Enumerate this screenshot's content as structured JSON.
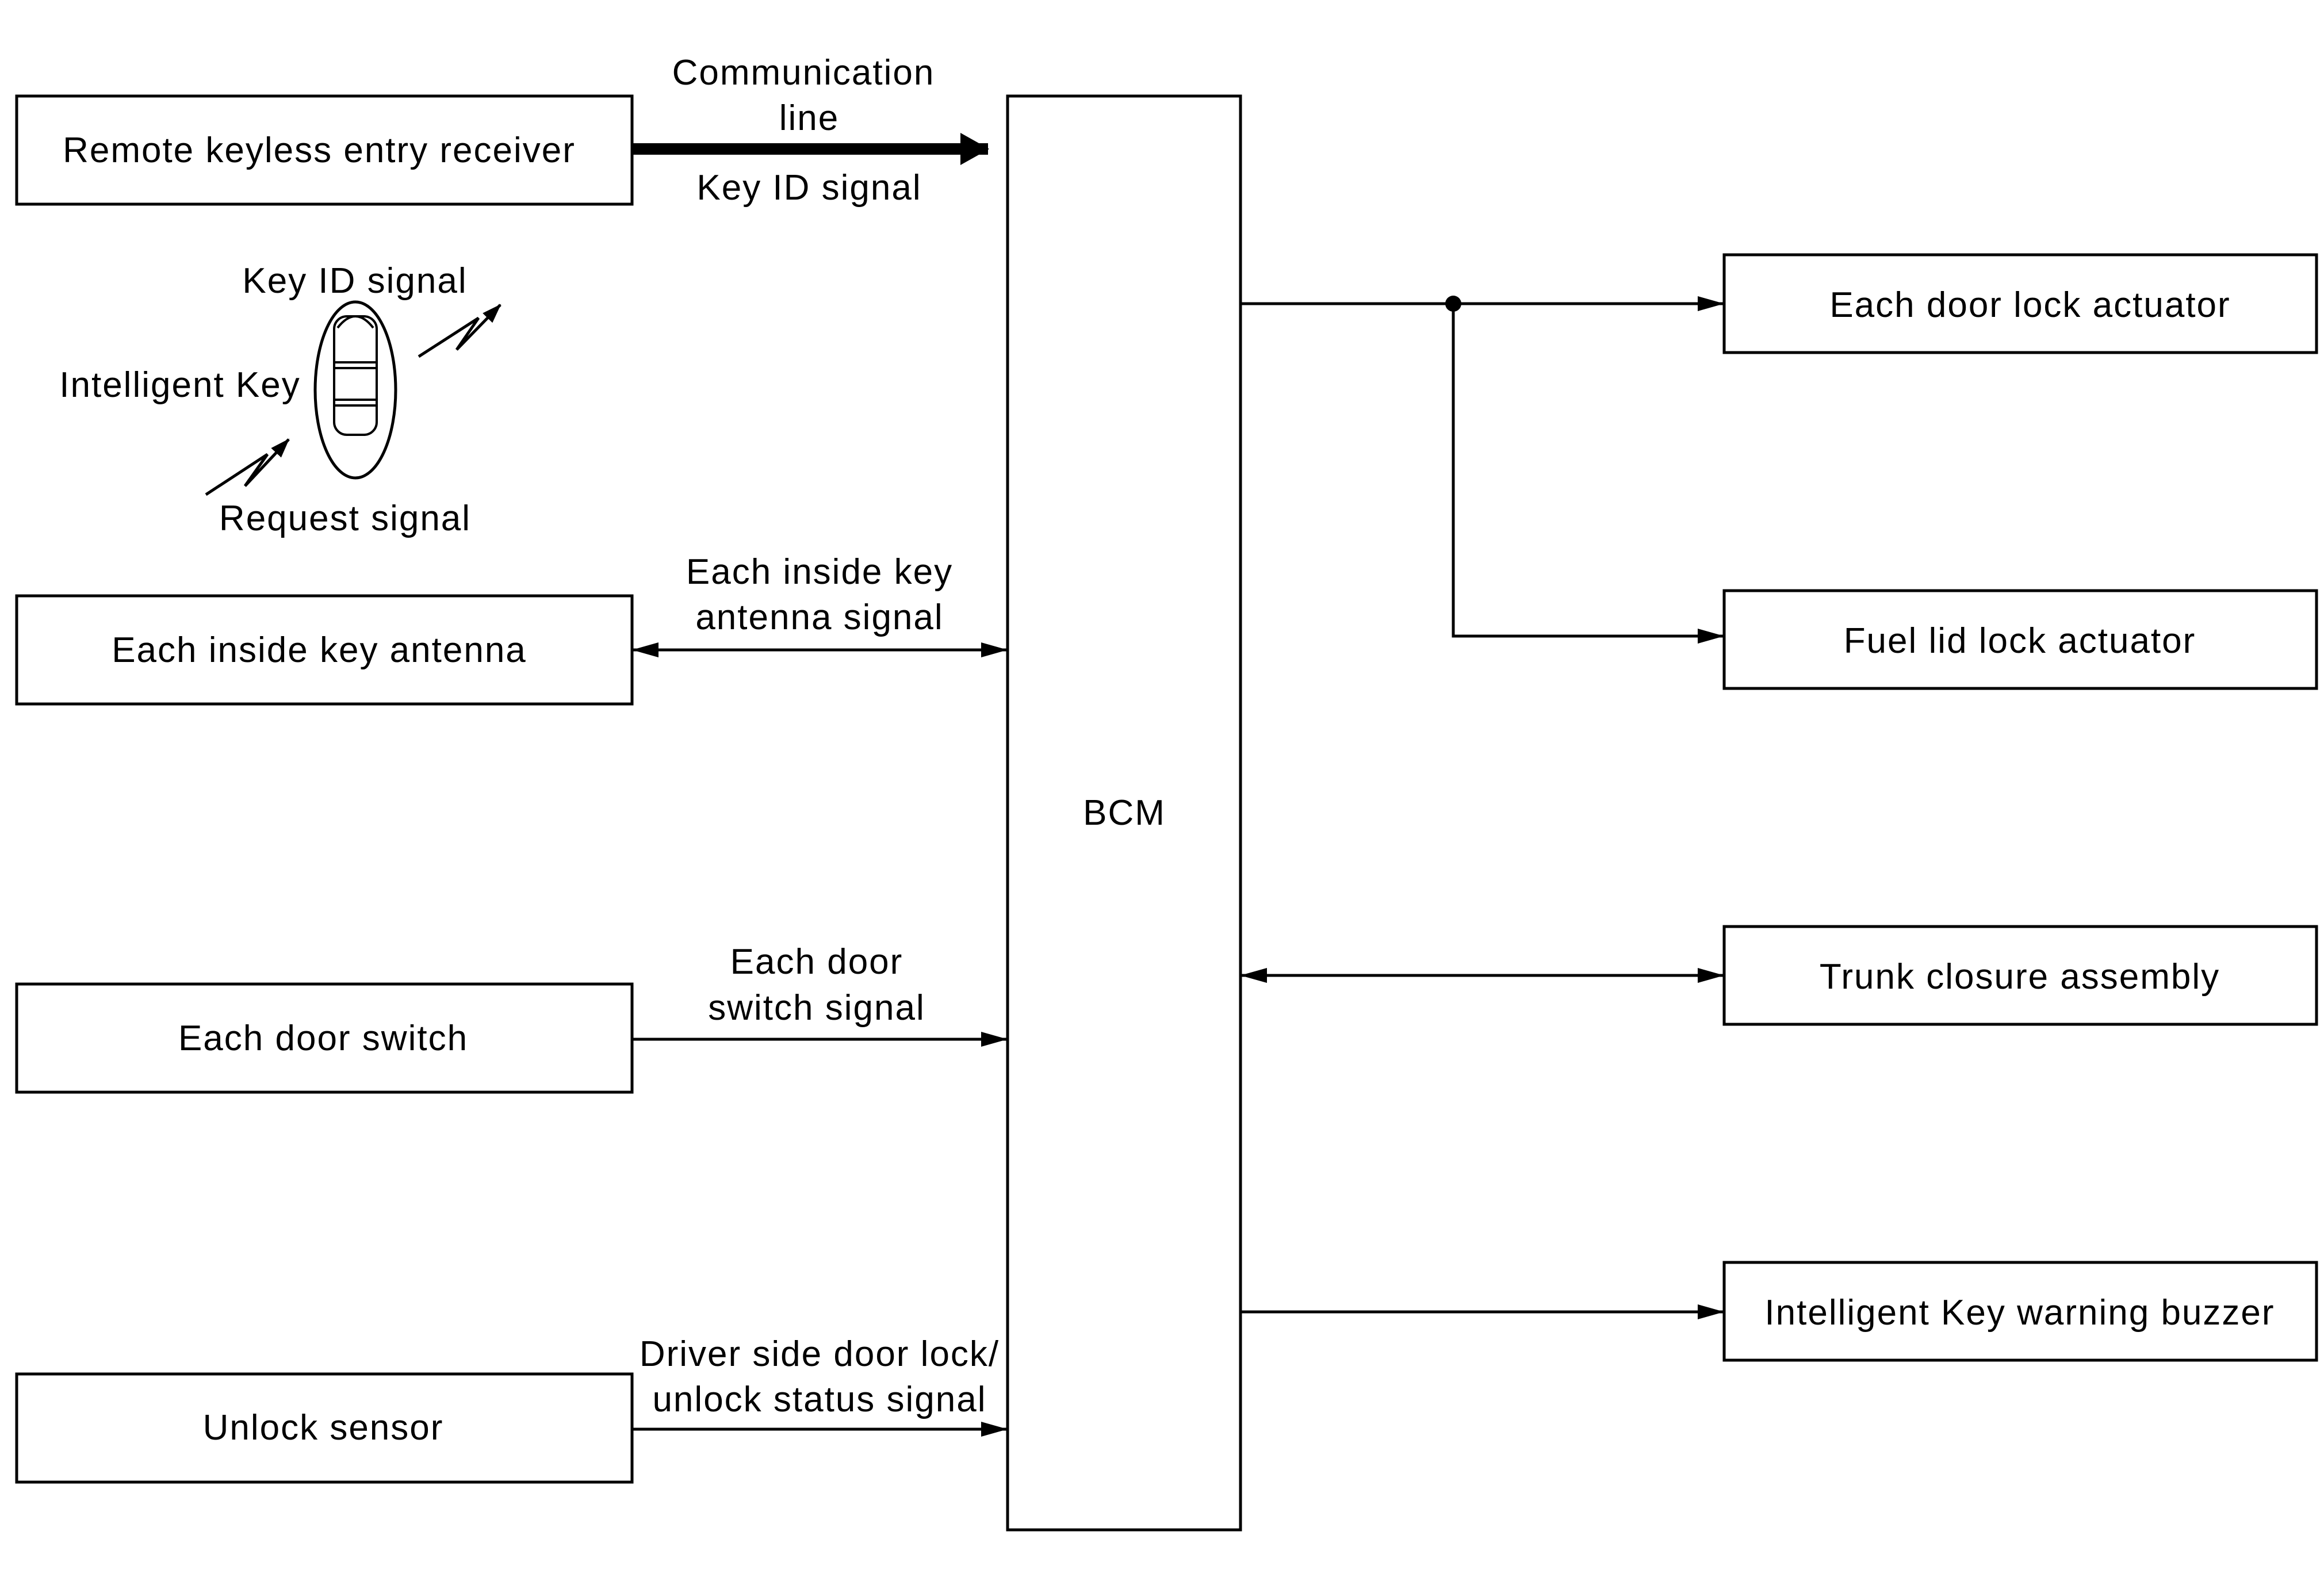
{
  "left_blocks": {
    "remote_receiver": "Remote keyless entry receiver",
    "inside_antenna": "Each inside key antenna",
    "door_switch": "Each door switch",
    "unlock_sensor": "Unlock sensor"
  },
  "center_block": {
    "bcm": "BCM"
  },
  "right_blocks": {
    "door_lock_actuator": "Each door lock actuator",
    "fuel_lid_actuator": "Fuel lid lock actuator",
    "trunk_closure": "Trunk closure assembly",
    "warning_buzzer": "Intelligent Key warning buzzer"
  },
  "signals": {
    "communication_line": [
      "Communication",
      "line"
    ],
    "key_id_signal_receiver": "Key ID signal",
    "inside_antenna_signal": [
      "Each inside key",
      "antenna signal"
    ],
    "door_switch_signal": [
      "Each door",
      "switch signal"
    ],
    "unlock_status_signal": [
      "Driver side door lock/",
      "unlock status signal"
    ]
  },
  "intelligent_key": {
    "label": "Intelligent Key",
    "key_id_signal": "Key ID signal",
    "request_signal": "Request signal"
  },
  "icons": {
    "key_fob": "intelligent-key-fob-icon",
    "radio_wave": "radio-wave-lightning-icon"
  }
}
